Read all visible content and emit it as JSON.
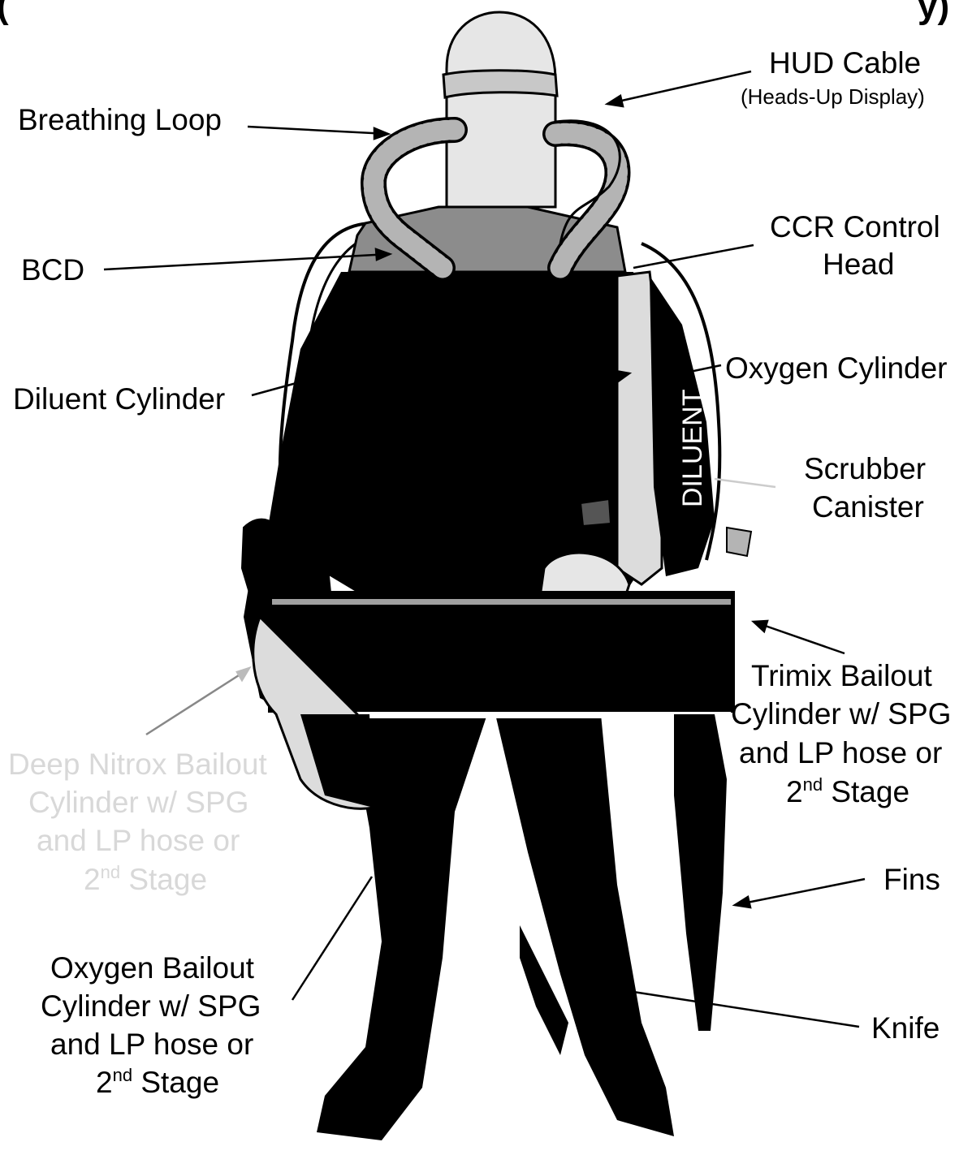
{
  "banner_fragment": "(",
  "banner_fragment_right": "y)",
  "labels": {
    "hud_cable": "HUD Cable",
    "hud_cable_sub": "(Heads-Up Display)",
    "breathing_loop": "Breathing Loop",
    "bcd": "BCD",
    "ccr_control_head_1": "CCR Control",
    "ccr_control_head_2": "Head",
    "diluent_cylinder": "Diluent Cylinder",
    "oxygen_cylinder": "Oxygen Cylinder",
    "scrubber_1": "Scrubber",
    "scrubber_2": "Canister",
    "trimix_1": "Trimix Bailout",
    "trimix_2": "Cylinder w/ SPG",
    "trimix_3": "and LP hose or",
    "trimix_4_pre": "2",
    "trimix_4_sup": "nd",
    "trimix_4_post": " Stage",
    "nitrox_1": "Deep Nitrox Bailout",
    "nitrox_2": "Cylinder w/ SPG",
    "nitrox_3": "and LP hose or",
    "nitrox_4_pre": "2",
    "nitrox_4_sup": "nd",
    "nitrox_4_post": " Stage",
    "fins": "Fins",
    "oxygen_bailout_1": "Oxygen Bailout",
    "oxygen_bailout_2": "Cylinder w/ SPG",
    "oxygen_bailout_3": "and LP hose or",
    "oxygen_bailout_4_pre": "2",
    "oxygen_bailout_4_sup": "nd",
    "oxygen_bailout_4_post": " Stage",
    "knife": "Knife",
    "diluent_tank_text": "DILUENT"
  },
  "colors": {
    "silhouette": "#000000",
    "helmet": "#e6e6e6",
    "bcd_gray": "#8c8c8c",
    "hose_gray": "#b4b4b4",
    "cylinder_light": "#dcdcdc"
  }
}
